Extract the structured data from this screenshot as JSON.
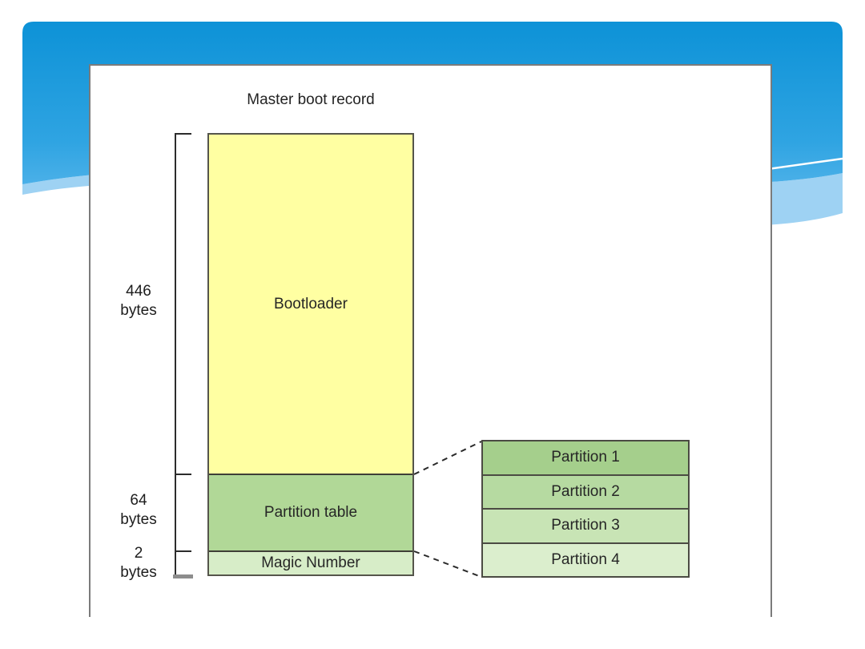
{
  "slide": {
    "title": "Master boot record"
  },
  "mbr": {
    "sections": [
      {
        "label": "Bootloader",
        "size": "446",
        "unit": "bytes",
        "color": "#ffffa2"
      },
      {
        "label": "Partition table",
        "size": "64",
        "unit": "bytes",
        "color": "#b1d897"
      },
      {
        "label": "Magic Number",
        "size": "2",
        "unit": "bytes",
        "color": "#d7edc8"
      }
    ]
  },
  "partition_table_detail": {
    "rows": [
      {
        "label": "Partition 1",
        "color": "#a5cf8c"
      },
      {
        "label": "Partition 2",
        "color": "#b6daa1"
      },
      {
        "label": "Partition 3",
        "color": "#c8e4b5"
      },
      {
        "label": "Partition 4",
        "color": "#dbeecd"
      }
    ]
  },
  "colors": {
    "header_blue_top": "#0d92d7",
    "header_blue_bottom": "#6fc0f0",
    "header_blue_tail": "#9ed2f3",
    "swoosh_line": "#ffffff",
    "panel_border": "#7b7b7b",
    "box_border": "#55554b",
    "bracket": "#2c2c2c",
    "dashed_line": "#2a2a2a",
    "text": "#1d1d1d"
  }
}
